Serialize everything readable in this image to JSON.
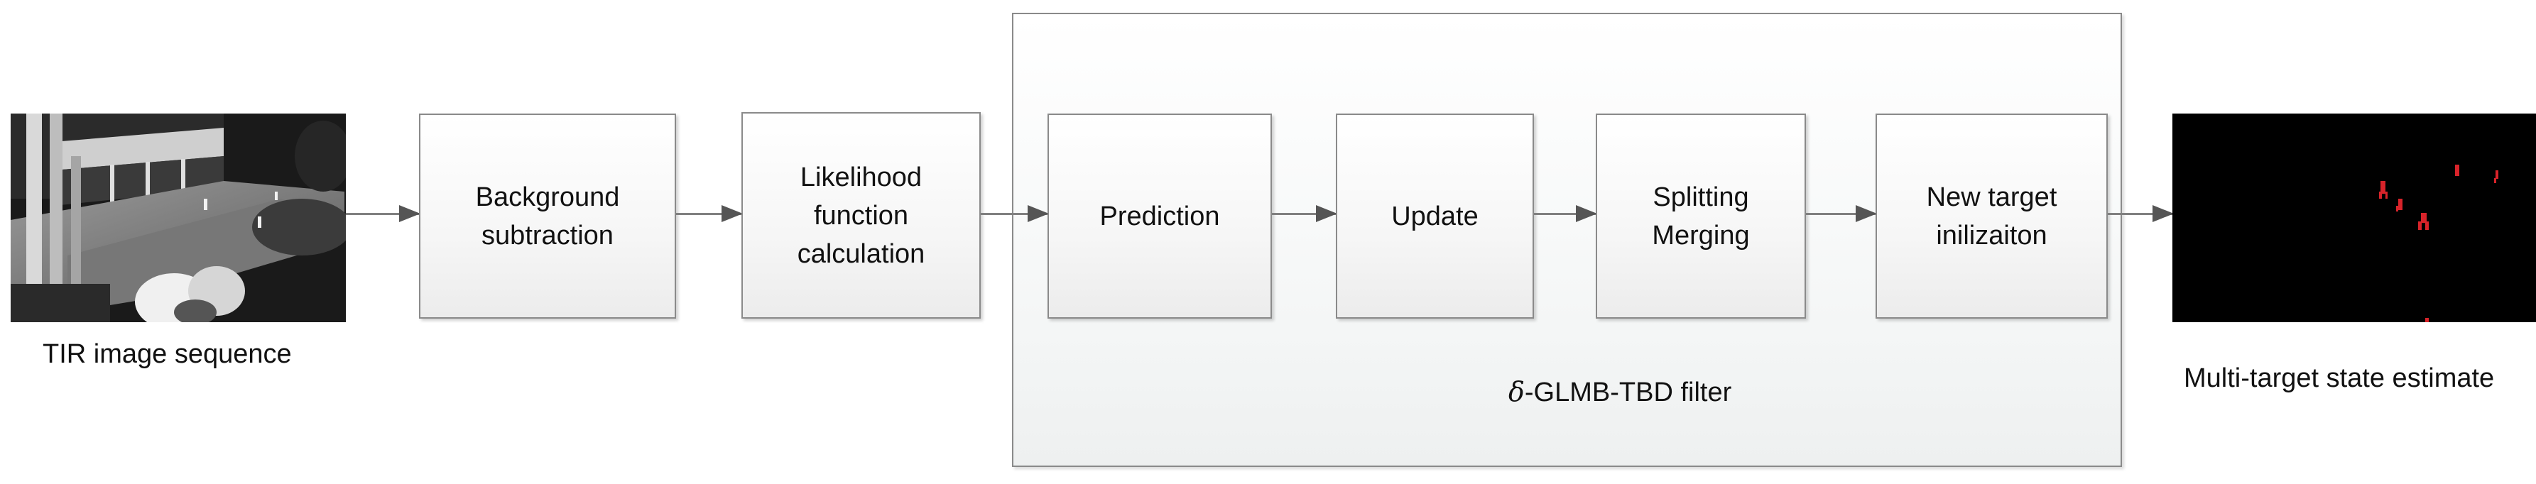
{
  "diagram": {
    "input_caption": "TIR image sequence",
    "output_caption": "Multi-target state estimate",
    "steps": {
      "background_subtraction": "Background\nsubtraction",
      "likelihood": "Likelihood\nfunction\ncalculation",
      "prediction": "Prediction",
      "update": "Update",
      "splitting_merging": "Splitting\nMerging",
      "new_target": "New target\ninilizaiton"
    },
    "filter": {
      "symbol": "δ",
      "name": "-GLMB-TBD filter"
    },
    "colors": {
      "arrow": "#808080",
      "box_border": "#8a8a8a",
      "target_marker": "#d8232a"
    }
  }
}
